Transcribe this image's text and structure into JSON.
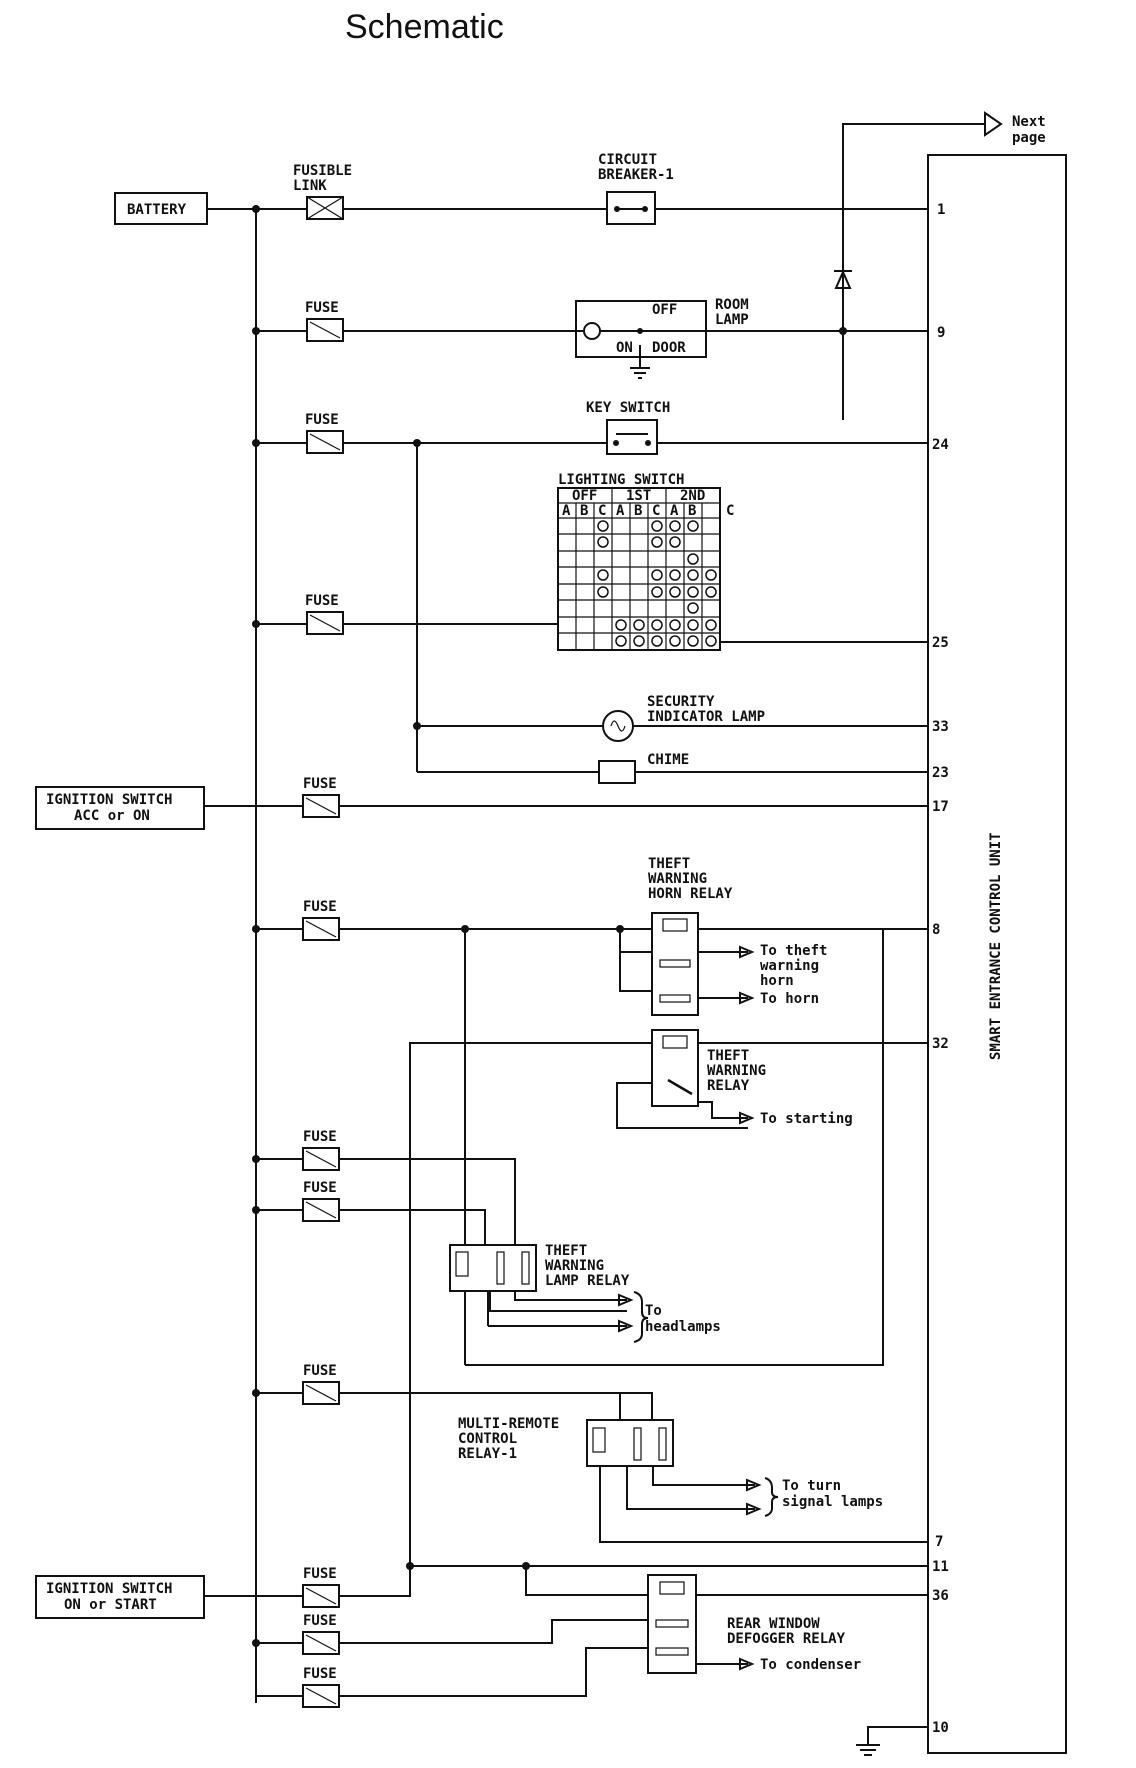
{
  "title": "Schematic",
  "labels": {
    "battery": "BATTERY",
    "fusible_link": [
      "FUSIBLE",
      "LINK"
    ],
    "fuse": "FUSE",
    "circuit_breaker": [
      "CIRCUIT",
      "BREAKER-1"
    ],
    "room_lamp": [
      "ROOM",
      "LAMP"
    ],
    "room_off": "OFF",
    "room_on": "ON",
    "room_door": "DOOR",
    "key_switch": "KEY SWITCH",
    "lighting_switch": "LIGHTING SWITCH",
    "ls_off": "OFF",
    "ls_1st": "1ST",
    "ls_2nd": "2ND",
    "ls_cols": [
      "A",
      "B",
      "C",
      "A",
      "B",
      "C",
      "A",
      "B",
      "C"
    ],
    "security_lamp": [
      "SECURITY",
      "INDICATOR LAMP"
    ],
    "chime": "CHIME",
    "ign_acc": [
      "IGNITION SWITCH",
      "ACC or ON"
    ],
    "horn_relay": [
      "THEFT",
      "WARNING",
      "HORN RELAY"
    ],
    "to_theft_horn": [
      "To theft",
      "warning",
      "horn"
    ],
    "to_horn": "To horn",
    "warning_relay": [
      "THEFT",
      "WARNING",
      "RELAY"
    ],
    "to_starting": "To starting",
    "lamp_relay": [
      "THEFT",
      "WARNING",
      "LAMP RELAY"
    ],
    "to_headlamps": [
      "To",
      "headlamps"
    ],
    "multi_remote": [
      "MULTI-REMOTE",
      "CONTROL",
      "RELAY-1"
    ],
    "to_turn": [
      "To turn",
      "signal lamps"
    ],
    "ign_start": [
      "IGNITION SWITCH",
      "ON or START"
    ],
    "defogger_relay": [
      "REAR WINDOW",
      "DEFOGGER RELAY"
    ],
    "to_condenser": "To condenser",
    "next_page": [
      "Next",
      "page"
    ],
    "control_unit": "SMART ENTRANCE CONTROL UNIT"
  },
  "pins": [
    "1",
    "9",
    "24",
    "25",
    "33",
    "23",
    "17",
    "8",
    "32",
    "7",
    "11",
    "36",
    "10"
  ]
}
